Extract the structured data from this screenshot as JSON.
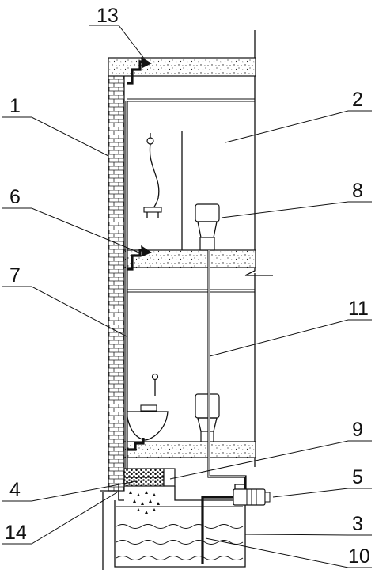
{
  "labels": [
    {
      "id": "13",
      "text": "13"
    },
    {
      "id": "1",
      "text": "1"
    },
    {
      "id": "2",
      "text": "2"
    },
    {
      "id": "8",
      "text": "8"
    },
    {
      "id": "6",
      "text": "6"
    },
    {
      "id": "7",
      "text": "7"
    },
    {
      "id": "11",
      "text": "11"
    },
    {
      "id": "9",
      "text": "9"
    },
    {
      "id": "5",
      "text": "5"
    },
    {
      "id": "4",
      "text": "4"
    },
    {
      "id": "3",
      "text": "3"
    },
    {
      "id": "14",
      "text": "14"
    },
    {
      "id": "10",
      "text": "10"
    }
  ]
}
